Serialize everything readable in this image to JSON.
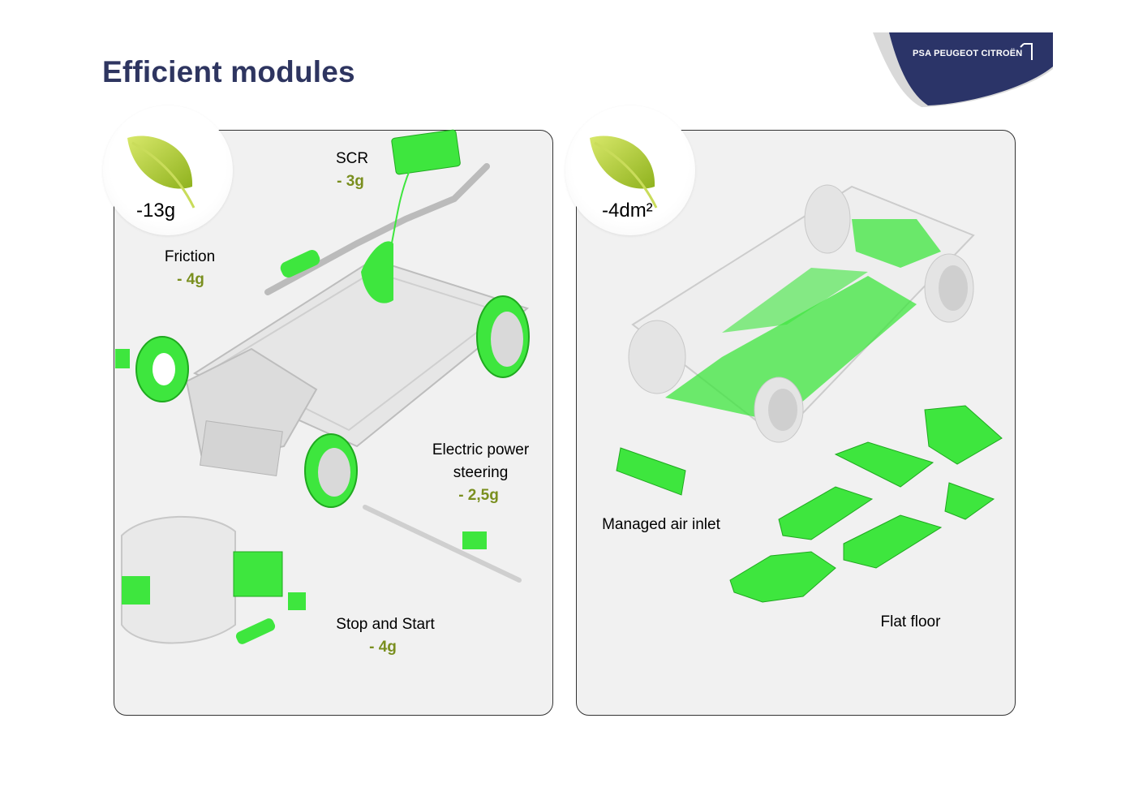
{
  "title": "Efficient modules",
  "logo": {
    "text": "PSA PEUGEOT CITROËN"
  },
  "left_panel": {
    "badge_value": "-13g",
    "items": [
      {
        "label": "SCR",
        "value": "- 3g"
      },
      {
        "label": "Friction",
        "value": "- 4g"
      },
      {
        "label_line1": "Electric power",
        "label_line2": "steering",
        "value": "- 2,5g"
      },
      {
        "label": "Stop and Start",
        "value": "- 4g"
      }
    ]
  },
  "right_panel": {
    "badge_value": "-4dm²",
    "items": [
      {
        "label": "Managed air inlet"
      },
      {
        "label": "Flat floor"
      }
    ]
  },
  "colors": {
    "title": "#2e3560",
    "value": "#7a8f1f",
    "highlight": "#3ee63e",
    "logo_bg": "#2b3468"
  }
}
